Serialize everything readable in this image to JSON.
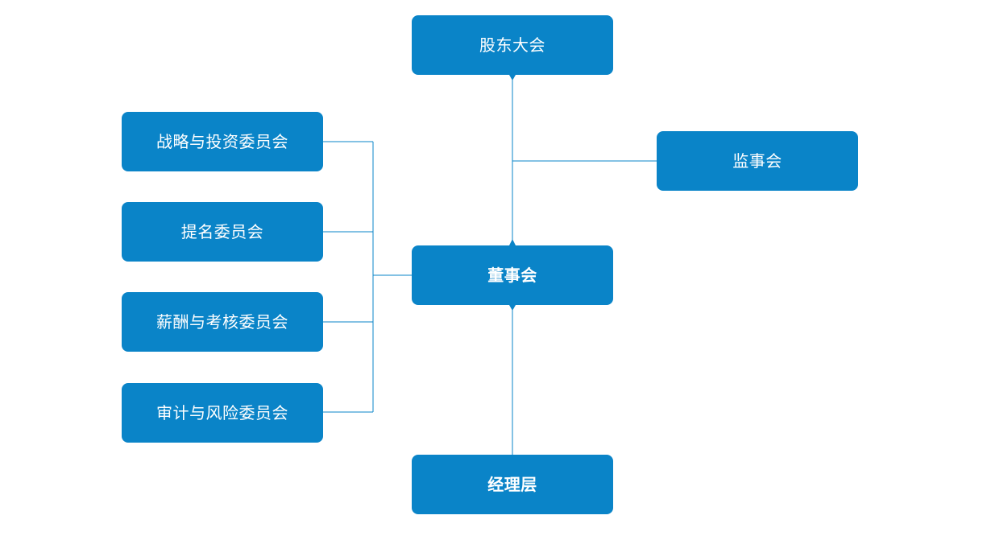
{
  "nodes": {
    "shareholders": "股东大会",
    "supervisory_board": "监事会",
    "board_of_directors": "董事会",
    "management": "经理层",
    "committees": [
      "战略与投资委员会",
      "提名委员会",
      "薪酬与考核委员会",
      "审计与风险委员会"
    ]
  },
  "colors": {
    "node_fill": "#0a84c8",
    "node_text": "#ffffff",
    "connector": "#0a84c8"
  }
}
